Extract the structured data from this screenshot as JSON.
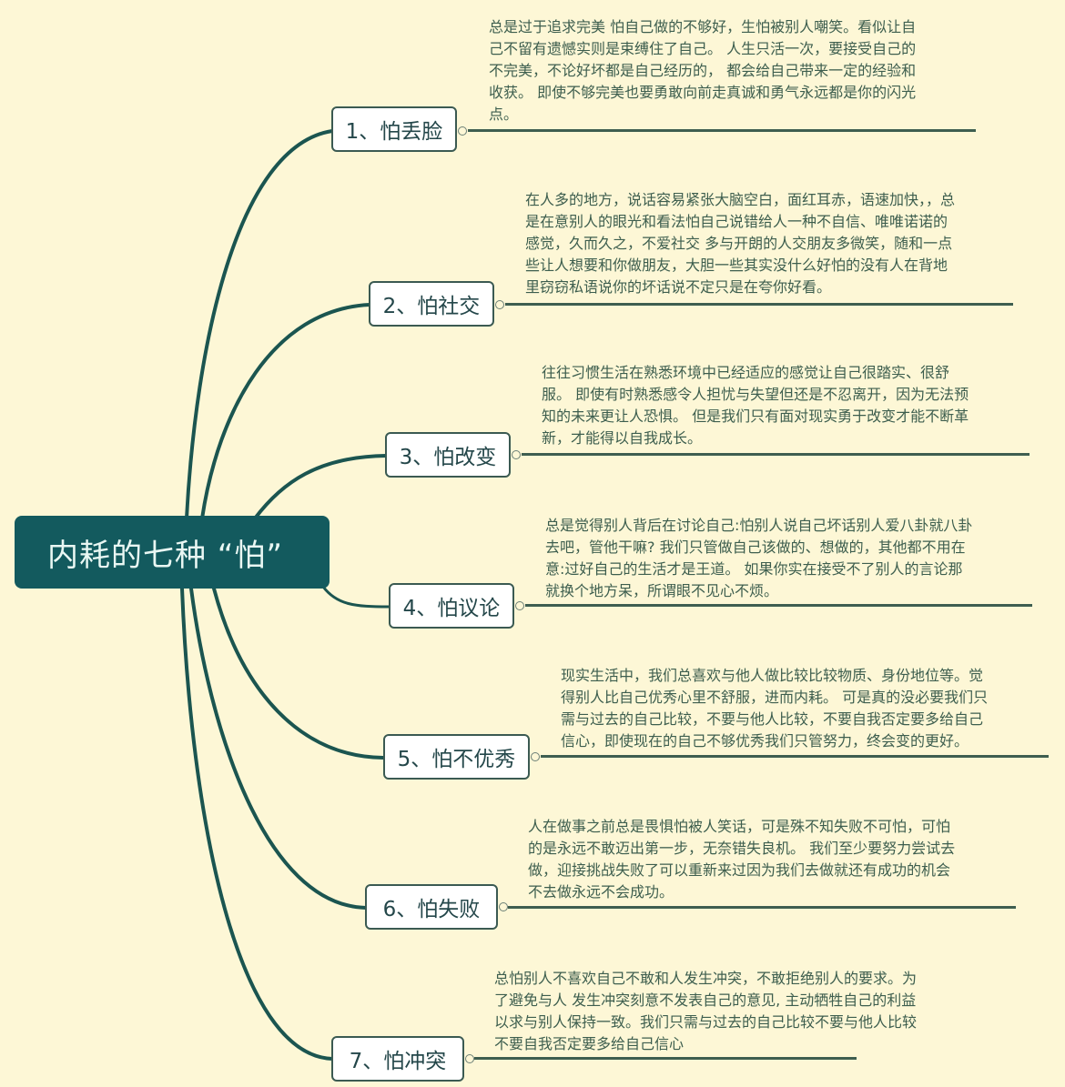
{
  "root": {
    "label": "内耗的七种 “怕”"
  },
  "colors": {
    "background": "#fdf7d6",
    "root_fill": "#135a5e",
    "root_text": "#e9f7f3",
    "topic_border": "#3b5a52",
    "topic_text": "#24474a",
    "note_text": "#3d5e4e",
    "branch_line": "#1b5550"
  },
  "topics": [
    {
      "label": "1、怕丢脸",
      "note": "总是过于追求完美 怕自己做的不够好，生怕被别人嘲笑。看似让自\n己不留有遗憾实则是束缚住了自己。 人生只活一次，要接受自己的\n不完美，不论好坏都是自己经历的， 都会给自己带来一定的经验和\n收获。 即使不够完美也要勇敢向前走真诚和勇气永远都是你的闪光\n点。"
    },
    {
      "label": "2、怕社交",
      "note": " 在人多的地方，说话容易紧张大脑空白，面红耳赤，语速加快，，总\n是在意别人的眼光和看法怕自己说错给人一种不自信、唯唯诺诺的\n感觉，久而久之，不爱社交 多与开朗的人交朋友多微笑，随和一点\n些让人想要和你做朋友，大胆一些其实没什么好怕的没有人在背地\n里窃窃私语说你的坏话说不定只是在夸你好看。"
    },
    {
      "label": "3、怕改变",
      "note": " 往往习惯生活在熟悉环境中已经适应的感觉让自己很踏实、很舒\n服。 即使有时熟悉感令人担忧与失望但还是不忍离开，因为无法预\n知的未来更让人恐惧。 但是我们只有面对现实勇于改变才能不断革\n新，才能得以自我成长。"
    },
    {
      "label": "4、怕议论",
      "note": "总是觉得别人背后在讨论自己:怕别人说自己坏话别人爱八卦就八卦\n去吧，管他干嘛? 我们只管做自己该做的、想做的，其他都不用在\n意:过好自己的生活才是王道。 如果你实在接受不了别人的言论那\n就换个地方呆，所谓眼不见心不烦。"
    },
    {
      "label": "5、怕不优秀",
      "note": "现实生活中，我们总喜欢与他人做比较比较物质、身份地位等。觉\n得别人比自己优秀心里不舒服，进而内耗。 可是真的没必要我们只\n需与过去的自己比较，不要与他人比较，不要自我否定要多给自己\n信心，即使现在的自己不够优秀我们只管努力，终会变的更好。"
    },
    {
      "label": "6、怕失败",
      "note": "人在做事之前总是畏惧怕被人笑话，可是殊不知失败不可怕，可怕\n的是永远不敢迈出第一步，无奈错失良机。 我们至少要努力尝试去\n做，迎接挑战失败了可以重新来过因为我们去做就还有成功的机会\n不去做永远不会成功。"
    },
    {
      "label": "7、怕冲突",
      "note": "总怕别人不喜欢自己不敢和人发生冲突，不敢拒绝别人的要求。为\n了避免与人 发生冲突刻意不发表自己的意见, 主动牺牲自己的利益\n以求与别人保持一致。我们只需与过去的自己比较不要与他人比较\n不要自我否定要多给自己信心"
    }
  ]
}
